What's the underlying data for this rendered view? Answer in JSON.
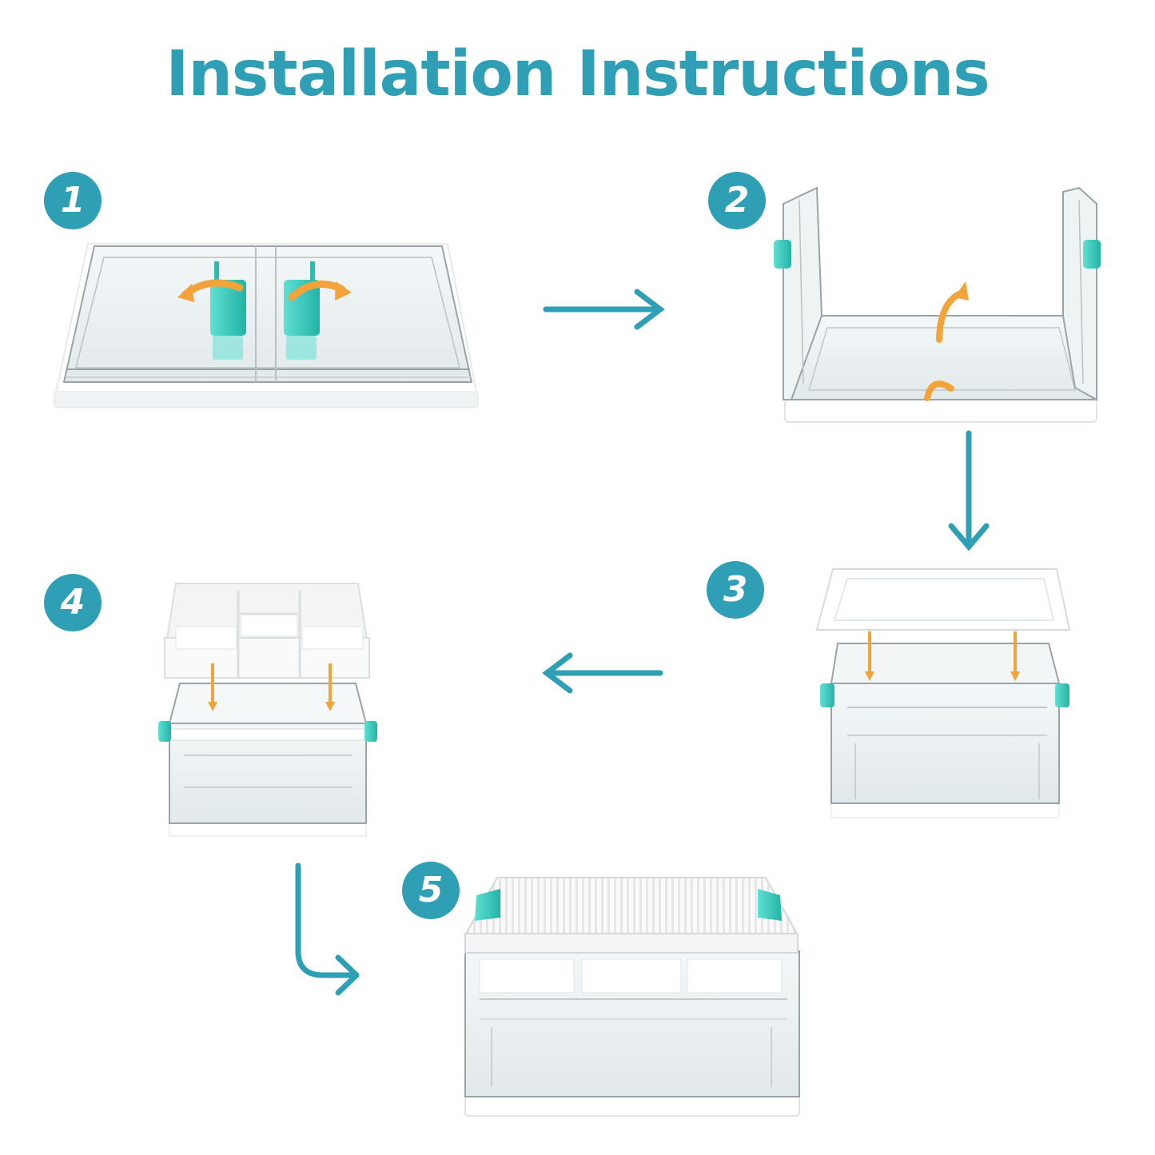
{
  "title": "Installation Instructions",
  "colors": {
    "accent": "#2e9fb4",
    "teal": "#3ccfc0",
    "orange": "#f2a33a"
  },
  "steps": [
    {
      "number": "1"
    },
    {
      "number": "2"
    },
    {
      "number": "3"
    },
    {
      "number": "4"
    },
    {
      "number": "5"
    }
  ]
}
